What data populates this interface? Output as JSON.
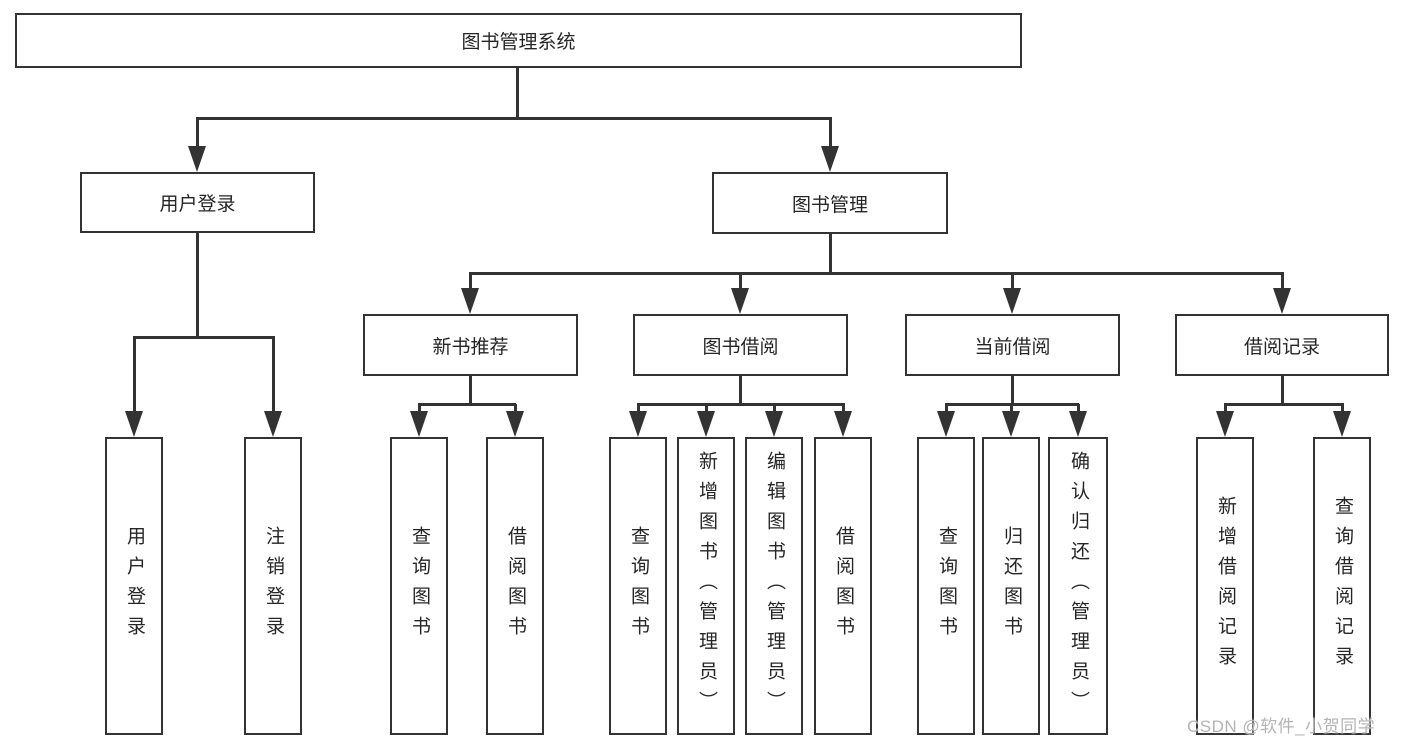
{
  "diagram_type": "hierarchy-functional-structure",
  "colors": {
    "background": "#ffffff",
    "line": "#333333",
    "box_border": "#333333",
    "box_fill": "#ffffff",
    "text": "#262626",
    "watermark_text": "#b4b4b4"
  },
  "tree": {
    "root": {
      "label": "图书管理系统",
      "children": [
        {
          "label": "用户登录",
          "children": [
            {
              "label": "用户登录"
            },
            {
              "label": "注销登录"
            }
          ]
        },
        {
          "label": "图书管理",
          "children": [
            {
              "label": "新书推荐",
              "children": [
                {
                  "label": "查询图书"
                },
                {
                  "label": "借阅图书"
                }
              ]
            },
            {
              "label": "图书借阅",
              "children": [
                {
                  "label": "查询图书"
                },
                {
                  "label": "新增图书（管理员）"
                },
                {
                  "label": "编辑图书（管理员）"
                },
                {
                  "label": "借阅图书"
                }
              ]
            },
            {
              "label": "当前借阅",
              "children": [
                {
                  "label": "查询图书"
                },
                {
                  "label": "归还图书"
                },
                {
                  "label": "确认归还（管理员）"
                }
              ]
            },
            {
              "label": "借阅记录",
              "children": [
                {
                  "label": "新增借阅记录"
                },
                {
                  "label": "查询借阅记录"
                }
              ]
            }
          ]
        }
      ]
    }
  },
  "watermark": {
    "text": "CSDN @软件_小贺同学"
  }
}
